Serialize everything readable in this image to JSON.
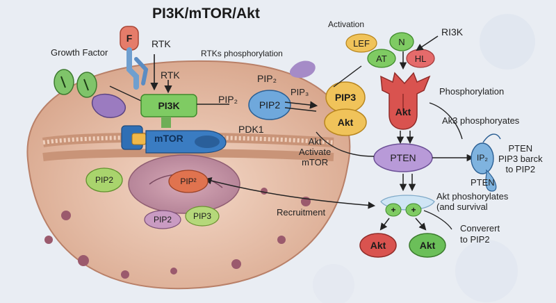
{
  "title": "PI3K/mTOR/Akt",
  "labels": {
    "growth_factor": "Growth Factor",
    "rtk_top": "RTK",
    "rtks_phosphorylation": "RTKs phosphorylation",
    "rtk_mid": "RTK",
    "pi3k": "PI3K",
    "pip2_left_label": "PIP₂",
    "pip2_node": "PIP2",
    "pip2_top": "PIP₂",
    "pip3_arrow_label": "PIP₃",
    "mtor": "mTOR",
    "pdk1": "PDK1",
    "f_receptor": "F",
    "akt_activate": "Akt\nActivate\nmTOR",
    "activation": "Activation",
    "ri3k": "RI3K",
    "lef": "LEF",
    "n": "N",
    "at": "AT",
    "hl": "HL",
    "pip3": "PIP3",
    "akt_small": "Akt",
    "akt_center": "Akt",
    "phosphorylation": "Phosphorylation",
    "ak3_phosphoryates": "Ak3 phosphoryates",
    "pten_center": "PTEN",
    "ip2": "IP₂",
    "pten_right": "PTEN\nPIP3 barck\nto PIP2",
    "pten_bottom": "PTEN",
    "akt_phoshorylates": "Akt phoshorylates\n(and survival",
    "recruitment": "Recruitment",
    "converert": "Converert\nto PIP2",
    "akt_bottom_left": "Akt",
    "akt_bottom_right": "Akt",
    "pip2_cell_left": "PIP2",
    "pip2_nucleus": "PIP²",
    "pip2_cell_bottom": "PIP2",
    "pip3_cell_bottom": "PIP3",
    "plus1": "+",
    "plus2": "+"
  },
  "colors": {
    "cell": "#ecc9b4",
    "membrane": "#d9a98f",
    "pi3k": "#7fcb63",
    "pip2": "#6fa8dc",
    "akt": "#f0c35a",
    "pten": "#b89ad8",
    "akt_red": "#d9534f",
    "akt_green": "#6bbf59",
    "mtor": "#2f6fb5"
  }
}
